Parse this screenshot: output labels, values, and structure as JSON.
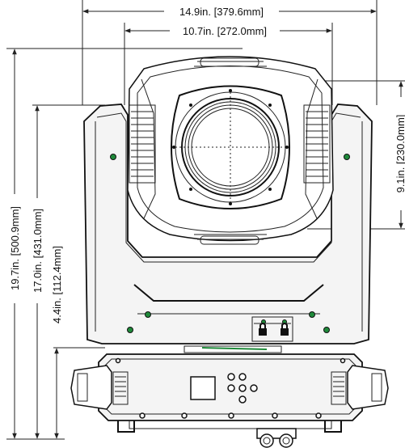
{
  "dimensions": {
    "overall_width": "14.9in. [379.6mm]",
    "arm_width": "10.7in. [272.0mm]",
    "overall_height": "19.7in. [500.9mm]",
    "tilt_height": "17.0in. [431.0mm]",
    "base_height": "4.4in. [112.4mm]",
    "head_height": "9.1in. [230.0mm]"
  },
  "colors": {
    "line": "#111111",
    "indicator": "#1f8a3a"
  }
}
